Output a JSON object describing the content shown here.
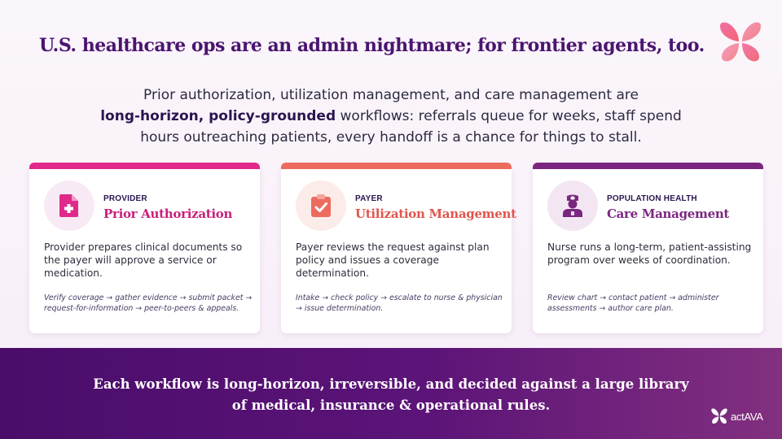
{
  "title": "U.S. healthcare ops are an admin nightmare; for frontier agents, too.",
  "intro": {
    "line1": "Prior authorization, utilization management, and care management are",
    "line2_bold": "long-horizon, policy-grounded",
    "line2_rest": " workflows: referrals queue for weeks, staff spend",
    "line3": "hours outreaching patients, every handoff is a chance for things to stall."
  },
  "cards": [
    {
      "kicker": "PROVIDER",
      "title": "Prior Authorization",
      "body": "Provider prepares clinical documents so the payer will approve a service or medication.",
      "steps": "Verify coverage → gather evidence → submit packet → request-for-information → peer-to-peers & appeals.",
      "icon": "medical-document-icon",
      "accent": "#e0298a",
      "title_color": "#c81f7c"
    },
    {
      "kicker": "PAYER",
      "title": "Utilization Management",
      "body": "Payer reviews the request against plan policy and issues a coverage determination.",
      "steps": "Intake → check policy → escalate to nurse & physician → issue determination.",
      "icon": "clipboard-check-icon",
      "accent": "#ec6b5e",
      "title_color": "#e0554e"
    },
    {
      "kicker": "POPULATION HEALTH",
      "title": "Care Management",
      "body": "Nurse runs a long-term, patient-assisting program over weeks of coordination.",
      "steps": "Review chart → contact patient → administer assessments → author care plan.",
      "icon": "nurse-icon",
      "accent": "#7a2680",
      "title_color": "#7a2680"
    }
  ],
  "footer": {
    "line1": "Each workflow is long-horizon, irreversible, and decided against a large library",
    "line2": "of medical, insurance & operational rules."
  },
  "brand": {
    "name": "actAVA"
  }
}
